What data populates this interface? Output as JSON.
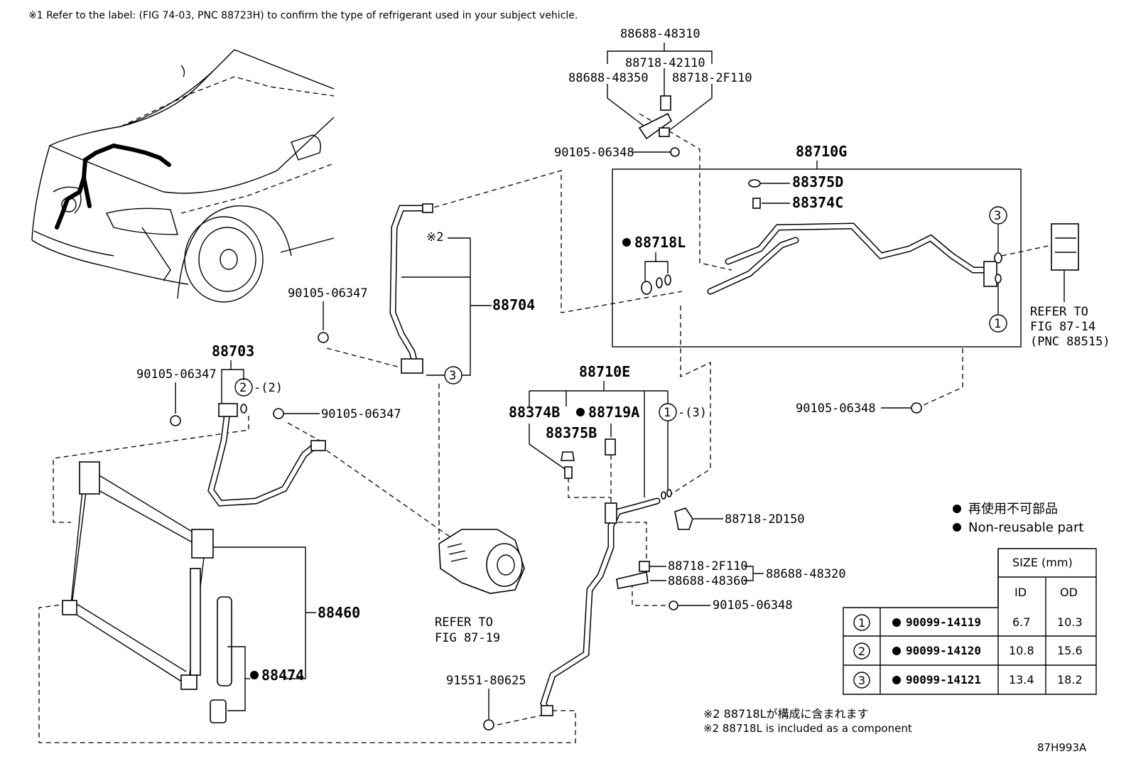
{
  "notes": {
    "top": "※1 Refer to the label: (FIG 74-03, PNC 88723H) to confirm the type of refrigerant used in your subject vehicle.",
    "jp_note": "※2 88718Lが構成に含まれます",
    "en_note": "※2 88718L is included as a component",
    "star2": "※2",
    "fig_code": "87H993A"
  },
  "legend": {
    "jp": "再使用不可部品",
    "en": "Non-reusable part"
  },
  "refs": {
    "r1_line1": "REFER TO",
    "r1_line2": "FIG 87-14",
    "r1_line3": "(PNC 88515)",
    "r2_line1": "REFER TO",
    "r2_line2": "FIG 87-19"
  },
  "labels": {
    "p88688_48310": "88688-48310",
    "p88718_42110": "88718-42110",
    "p88688_48350": "88688-48350",
    "p88718_2F110a": "88718-2F110",
    "p90105_06348a": "90105-06348",
    "p88710G": "88710G",
    "p88375D": "88375D",
    "p88374C": "88374C",
    "p88718L": "88718L",
    "p88704": "88704",
    "p90105_06347a": "90105-06347",
    "p88703": "88703",
    "p90105_06347b": "90105-06347",
    "p90105_06347c": "90105-06347",
    "p88710E": "88710E",
    "p88374B": "88374B",
    "p88719A": "88719A",
    "p88375B": "88375B",
    "p90105_06348b": "90105-06348",
    "p88718_2D150": "88718-2D150",
    "p88718_2F110b": "88718-2F110",
    "p88688_48320": "88688-48320",
    "p88688_48360": "88688-48360",
    "p90105_06348c": "90105-06348",
    "p88460": "88460",
    "p88474": "88474",
    "p91551_80625": "91551-80625",
    "c1": "1",
    "c2": "2",
    "c3": "3",
    "c1b": "1",
    "c2b": "2",
    "c3b": "3",
    "c3c": "3",
    "c1c": "1",
    "sub2": "-(2)",
    "sub3": "-(3)"
  },
  "table": {
    "header_size": "SIZE (mm)",
    "col_id": "ID",
    "col_od": "OD",
    "rows": [
      {
        "num": "1",
        "part": "90099-14119",
        "id": "6.7",
        "od": "10.3"
      },
      {
        "num": "2",
        "part": "90099-14120",
        "id": "10.8",
        "od": "15.6"
      },
      {
        "num": "3",
        "part": "90099-14121",
        "id": "13.4",
        "od": "18.2"
      }
    ]
  }
}
